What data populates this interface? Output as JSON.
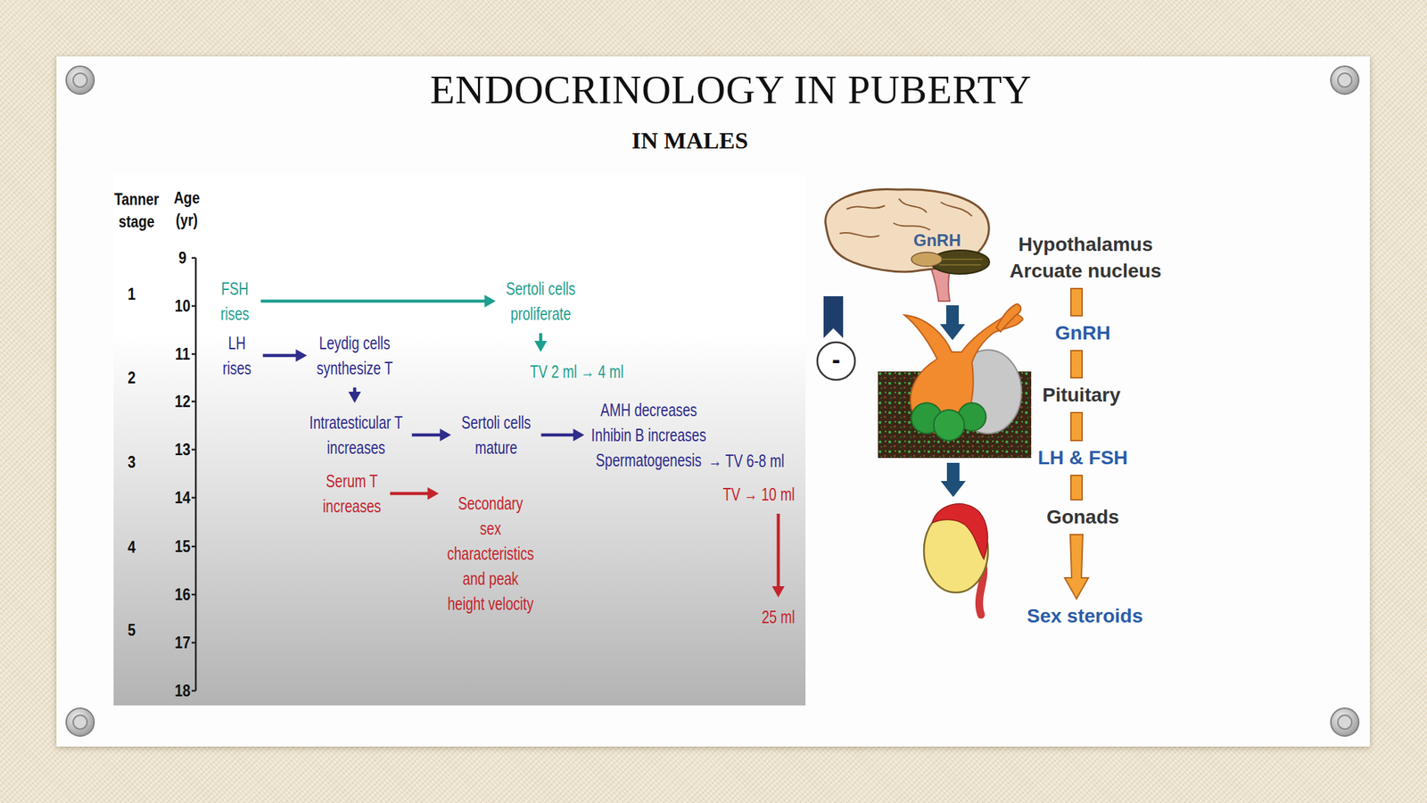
{
  "diagram": {
    "title": "ENDOCRINOLOGY IN PUBERTY",
    "nodes": [
      {
        "text": [
          "FSH rises"
        ]
      },
      {
        "text": [
          "Sertoli cells proliferate"
        ]
      },
      {
        "text": [
          "TV 2 ml → 4 ml"
        ]
      },
      {
        "text": [
          "LH rises"
        ]
      },
      {
        "text": [
          "Leydig cells synthesize T"
        ]
      },
      {
        "text": [
          "Intratesticular T increases"
        ]
      },
      {
        "text": [
          "Sertoli cells mature"
        ]
      },
      {
        "text": [
          "AMH decreases",
          "Inhibin B increases",
          "Spermatogenesis"
        ]
      },
      {
        "text": [
          "Serum T increases"
        ]
      },
      {
        "text": [
          "Secondary sex characteristics and peak height velocity"
        ]
      },
      {
        "text": [
          "TV → 10 ml"
        ]
      },
      {
        "text": [
          "25 ml"
        ]
      },
      {
        "text": [
          "Hypothalamus Arcuate nucleus"
        ]
      },
      {
        "text": [
          "GnRH"
        ]
      },
      {
        "text": [
          "Pituitary"
        ]
      },
      {
        "text": [
          "LH & FSH"
        ]
      },
      {
        "text": [
          "Gonads"
        ]
      },
      {
        "text": [
          "Sex steroids"
        ]
      }
    ],
    "edges": [
      {
        "from": 0,
        "to": 1,
        "arrow": "to"
      },
      {
        "from": 1,
        "to": 2,
        "arrow": "to"
      },
      {
        "from": 3,
        "to": 4,
        "arrow": "to"
      },
      {
        "from": 4,
        "to": 5,
        "arrow": "to"
      },
      {
        "from": 5,
        "to": 6,
        "arrow": "to"
      },
      {
        "from": 6,
        "to": 7,
        "arrow": "to"
      },
      {
        "from": 8,
        "to": 9,
        "arrow": "to"
      },
      {
        "from": 10,
        "to": 11,
        "arrow": "to"
      },
      {
        "from": 12,
        "to": 13,
        "arrow": "none"
      },
      {
        "from": 13,
        "to": 14,
        "arrow": "none"
      },
      {
        "from": 14,
        "to": 15,
        "arrow": "none"
      },
      {
        "from": 15,
        "to": 16,
        "arrow": "none"
      },
      {
        "from": 16,
        "to": 17,
        "arrow": "to"
      }
    ],
    "labels": [
      "IN MALES",
      "Tanner stage",
      "Age (yr)",
      "9",
      "10",
      "11",
      "12",
      "13",
      "14",
      "15",
      "16",
      "17",
      "18",
      "1",
      "2",
      "3",
      "4",
      "5",
      "→ TV 6-8 ml",
      "GnRH",
      "-"
    ]
  }
}
